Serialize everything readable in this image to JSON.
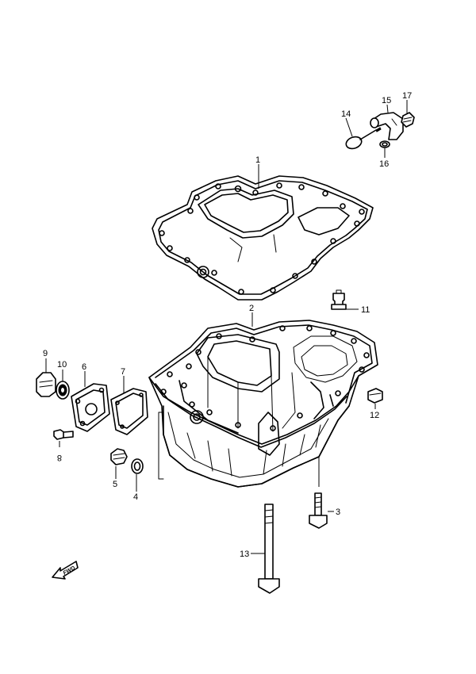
{
  "diagram": {
    "callouts": [
      {
        "id": "c1",
        "text": "1"
      },
      {
        "id": "c2",
        "text": "2"
      },
      {
        "id": "c3",
        "text": "3"
      },
      {
        "id": "c4",
        "text": "4"
      },
      {
        "id": "c5",
        "text": "5"
      },
      {
        "id": "c6",
        "text": "6"
      },
      {
        "id": "c7",
        "text": "7"
      },
      {
        "id": "c8",
        "text": "8"
      },
      {
        "id": "c9",
        "text": "9"
      },
      {
        "id": "c10",
        "text": "10"
      },
      {
        "id": "c11",
        "text": "11"
      },
      {
        "id": "c12",
        "text": "12"
      },
      {
        "id": "c13",
        "text": "13"
      },
      {
        "id": "c14",
        "text": "14"
      },
      {
        "id": "c15",
        "text": "15"
      },
      {
        "id": "c16",
        "text": "16"
      },
      {
        "id": "c17",
        "text": "17"
      }
    ],
    "direction_arrow": "FWD"
  }
}
